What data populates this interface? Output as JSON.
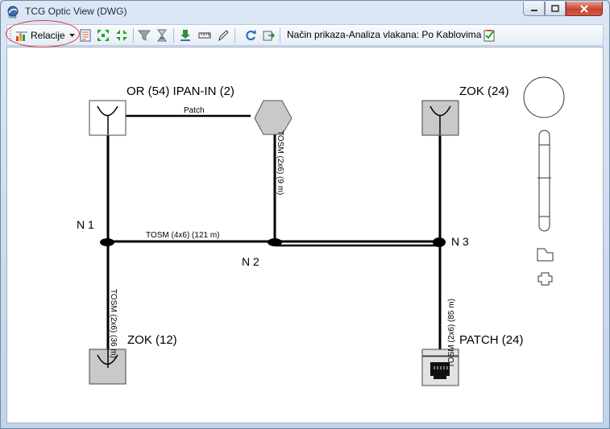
{
  "window": {
    "title": "TCG Optic View (DWG)",
    "icon": "tcg-app-icon"
  },
  "toolbar": {
    "relations_label": "Relacije",
    "mode_label": "Način prikaza-Analiza vlakana: Po Kablovima",
    "buttons": [
      "relacije-icon",
      "report-icon",
      "fit-green-icon",
      "zoom-extents-icon",
      "filter-icon",
      "hourglass-icon",
      "download-icon",
      "ruler-icon",
      "pen-icon",
      "refresh-icon",
      "export-icon",
      "checklist-icon"
    ]
  },
  "diagram": {
    "nodes": {
      "or": "OR (54) IPAN-IN (2)",
      "zok_top": "ZOK (24)",
      "zok_bottom": "ZOK (12)",
      "patch": "PATCH (24)",
      "n1": "N 1",
      "n2": "N 2",
      "n3": "N 3"
    },
    "links": {
      "patch": "Patch",
      "tosm_4x6": "TOSM (4x6) (121 m)",
      "tosm_2x6_9m": "TOSM (2x6) (9 m)",
      "tosm_2x6_36m": "TOSM (2x6) (36 m)",
      "tosm_2x6_85m": "TOSM (2x6) (85 m)"
    }
  }
}
